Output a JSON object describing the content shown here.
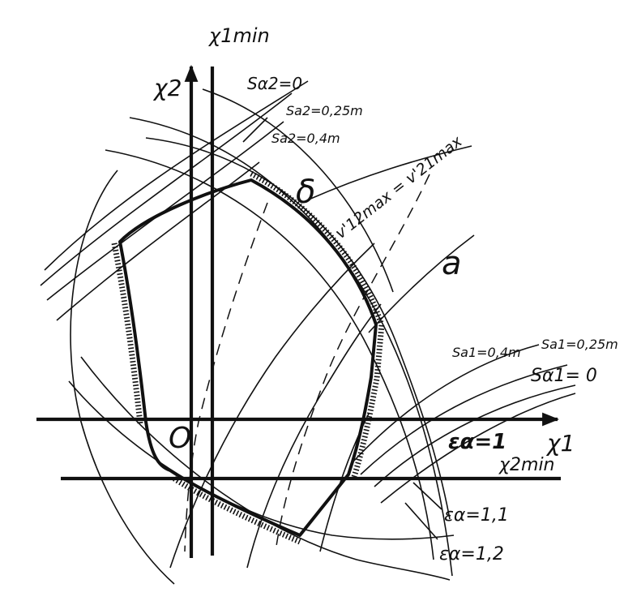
{
  "labels": {
    "x1min": "χ1min",
    "x2": "χ2",
    "sa2_0": "Sα2=0",
    "sa2_025": "Sa2=0,25m",
    "sa2_04": "Sa2=0,4m",
    "delta": "δ",
    "v_eq": "v'12max = v'21max",
    "a": "a",
    "sa1_04": "Sa1=0,4m",
    "sa1_025": "Sa1=0,25m",
    "sa1_0": "Sα1= 0",
    "origin": "O",
    "x1": "χ1",
    "eps1": "εα=1",
    "x2min": "χ2min",
    "eps11": "εα=1,1",
    "eps12": "εα=1,2"
  }
}
